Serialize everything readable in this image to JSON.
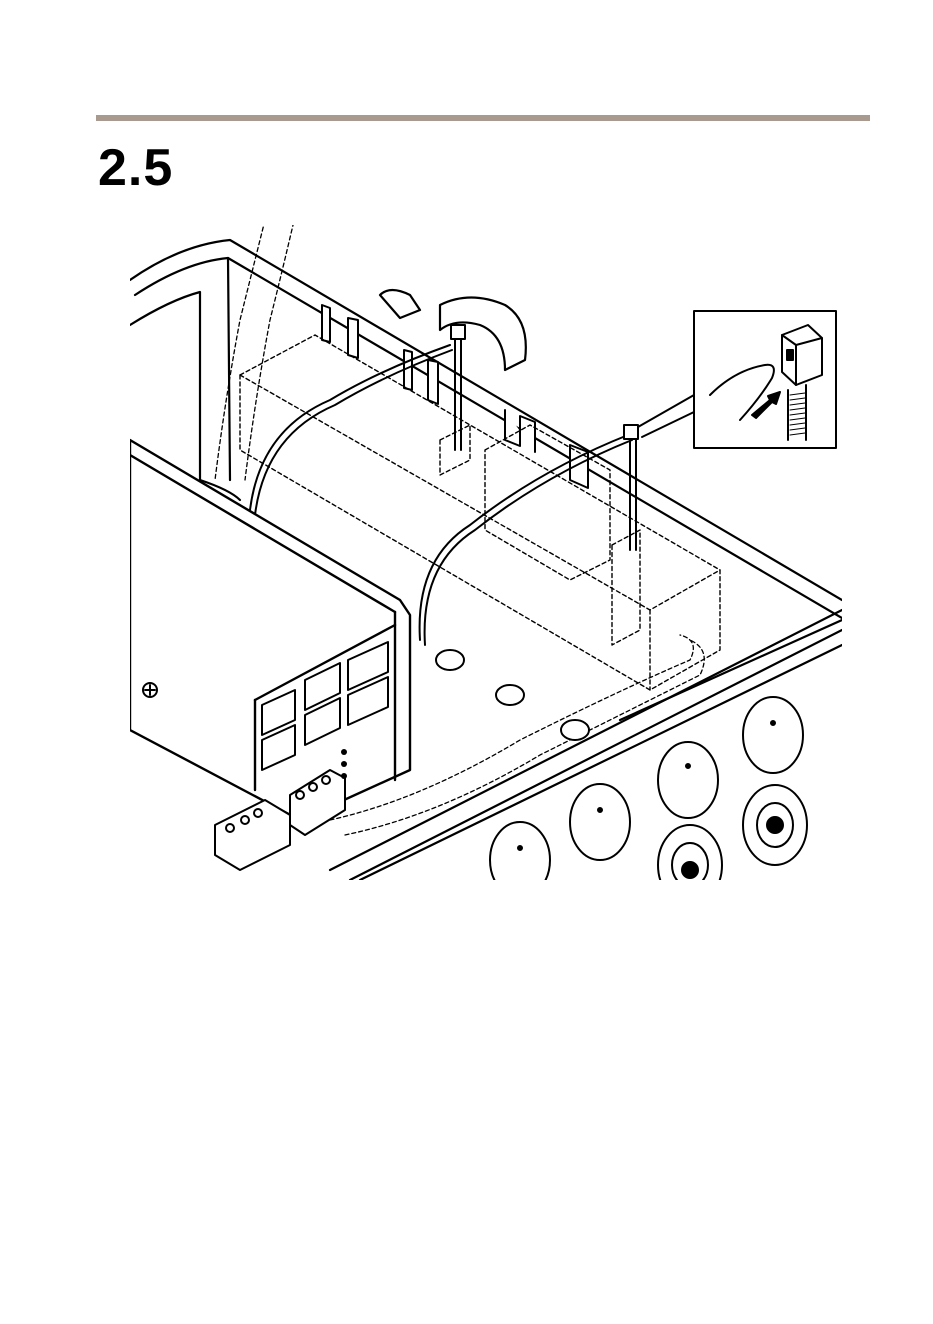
{
  "page": {
    "step_label": "2.5",
    "accent_rule_color": "#a89a8e"
  },
  "illustration": {
    "subject": "enclosure-with-cable-ties",
    "inset_detail": "cable-tie-insertion",
    "icons": [
      "arrow-icon",
      "finger-icon",
      "cable-tie-icon"
    ]
  }
}
